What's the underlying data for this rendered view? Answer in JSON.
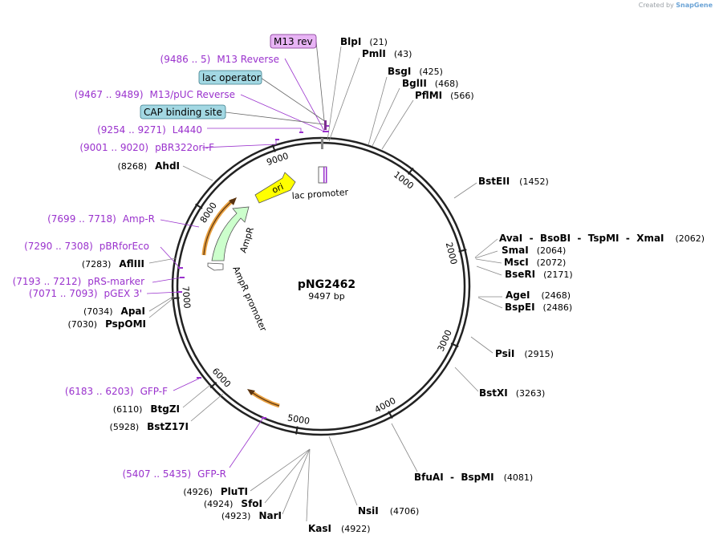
{
  "credit": {
    "prefix": "Created by",
    "brand": "SnapGene"
  },
  "plasmid": {
    "name": "pNG2462",
    "length": 9497,
    "length_label": "9497 bp"
  },
  "ticks": [
    1000,
    2000,
    3000,
    4000,
    5000,
    6000,
    7000,
    8000,
    9000
  ],
  "features": [
    {
      "name": "ori",
      "color": "#ffff00"
    },
    {
      "name": "AmpR",
      "color": "#ccffcc"
    },
    {
      "name": "AmpR promoter",
      "color": "#ffffff"
    },
    {
      "name": "lac promoter",
      "color": "#ffffff"
    }
  ],
  "boxed_labels": [
    {
      "text": "M13 rev",
      "fill": "#e8b4f5",
      "stroke": "#7b2d8e"
    },
    {
      "text": "lac operator",
      "fill": "#a3d8e3",
      "stroke": "#3e7d8a"
    },
    {
      "text": "CAP binding site",
      "fill": "#a3d8e3",
      "stroke": "#3e7d8a"
    }
  ],
  "primers": [
    {
      "range": "(9486 .. 5)",
      "name": "M13 Reverse"
    },
    {
      "range": "(9467 .. 9489)",
      "name": "M13/pUC Reverse"
    },
    {
      "range": "(9254 .. 9271)",
      "name": "L4440"
    },
    {
      "range": "(9001 .. 9020)",
      "name": "pBR322ori-F"
    },
    {
      "range": "(7699 .. 7718)",
      "name": "Amp-R"
    },
    {
      "range": "(7290 .. 7308)",
      "name": "pBRforEco"
    },
    {
      "range": "(7193 .. 7212)",
      "name": "pRS-marker"
    },
    {
      "range": "(7071 .. 7093)",
      "name": "pGEX 3'"
    },
    {
      "range": "(6183 .. 6203)",
      "name": "GFP-F"
    },
    {
      "range": "(5407 .. 5435)",
      "name": "GFP-R"
    }
  ],
  "sites": [
    {
      "name": "BlpI",
      "pos": "(21)"
    },
    {
      "name": "PmlI",
      "pos": "(43)"
    },
    {
      "name": "BsgI",
      "pos": "(425)"
    },
    {
      "name": "BglII",
      "pos": "(468)"
    },
    {
      "name": "PflMI",
      "pos": "(566)"
    },
    {
      "name": "BstEII",
      "pos": "(1452)"
    },
    {
      "name": "AvaI  -  BsoBI  -  TspMI  -  XmaI",
      "pos": "(2062)"
    },
    {
      "name": "SmaI",
      "pos": "(2064)"
    },
    {
      "name": "MscI",
      "pos": "(2072)"
    },
    {
      "name": "BseRI",
      "pos": "(2171)"
    },
    {
      "name": "AgeI",
      "pos": "(2468)"
    },
    {
      "name": "BspEI",
      "pos": "(2486)"
    },
    {
      "name": "PsiI",
      "pos": "(2915)"
    },
    {
      "name": "BstXI",
      "pos": "(3263)"
    },
    {
      "name": "BfuAI  -  BspMI",
      "pos": "(4081)"
    },
    {
      "name": "NsiI",
      "pos": "(4706)"
    },
    {
      "name": "KasI",
      "pos": "(4922)"
    },
    {
      "name": "PluTI",
      "pos": "(4926)"
    },
    {
      "name": "SfoI",
      "pos": "(4924)"
    },
    {
      "name": "NarI",
      "pos": "(4923)"
    },
    {
      "name": "BstZ17I",
      "pos": "(5928)"
    },
    {
      "name": "BtgZI",
      "pos": "(6110)"
    },
    {
      "name": "PspOMI",
      "pos": "(7030)"
    },
    {
      "name": "ApaI",
      "pos": "(7034)"
    },
    {
      "name": "AflIII",
      "pos": "(7283)"
    },
    {
      "name": "AhdI",
      "pos": "(8268)"
    }
  ]
}
